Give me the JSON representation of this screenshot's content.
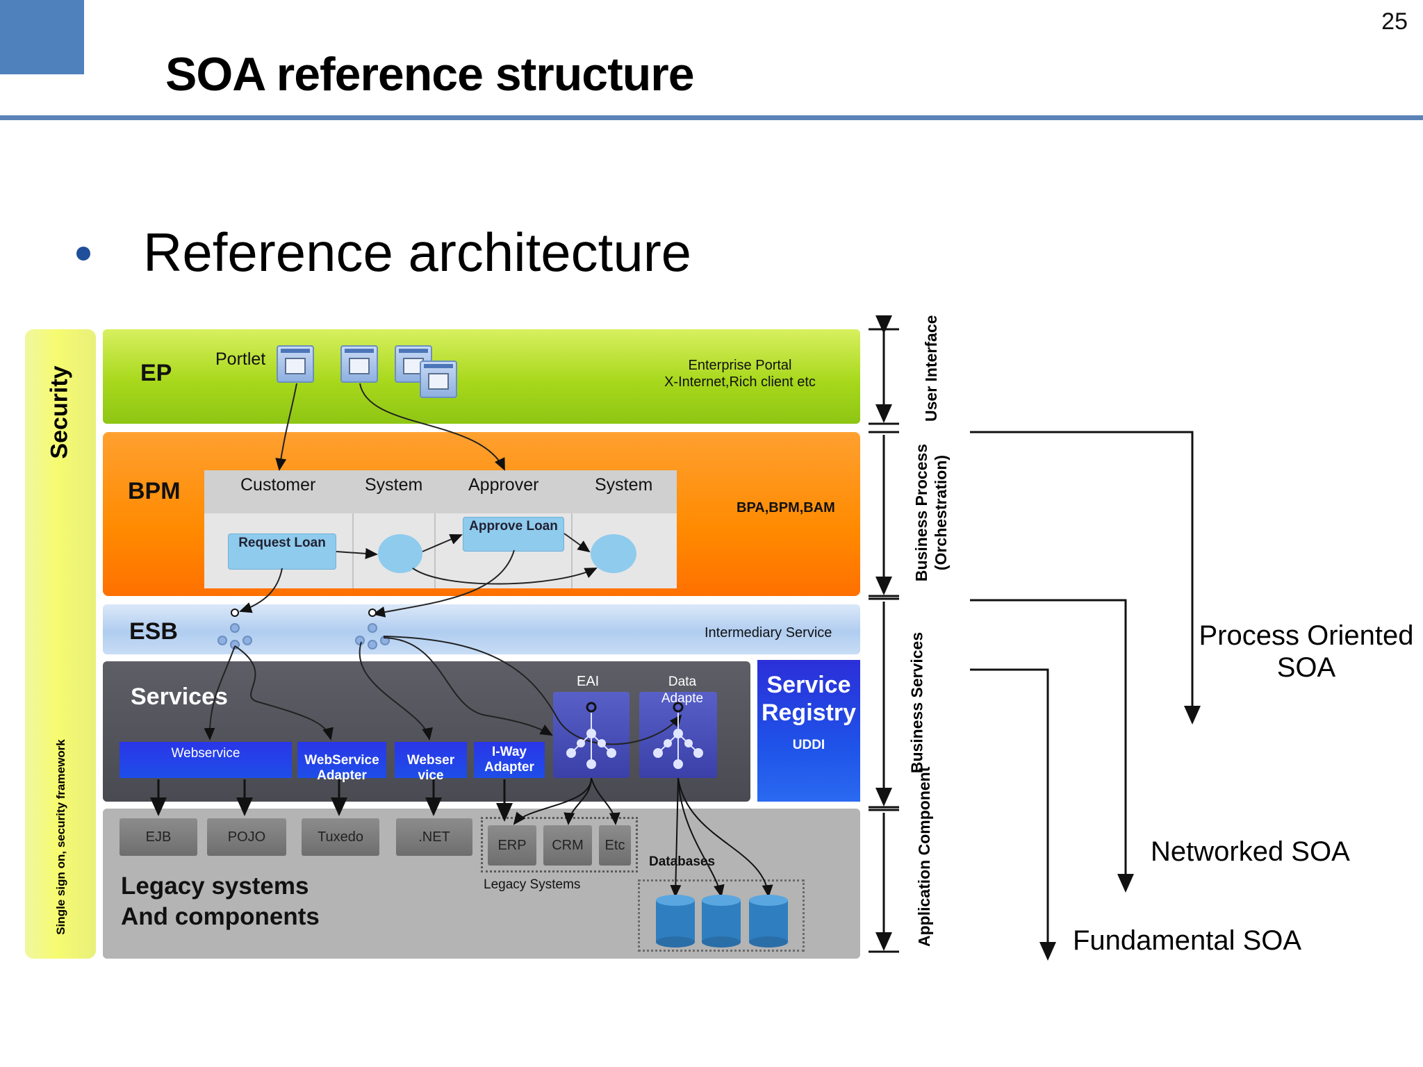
{
  "page": {
    "number": "25",
    "title": "SOA reference structure"
  },
  "bullet": {
    "text": "Reference architecture"
  },
  "security": {
    "title": "Security",
    "subtitle": "Single sign on, security framework"
  },
  "ep": {
    "label": "EP",
    "portlet": "Portlet",
    "desc_line1": "Enterprise Portal",
    "desc_line2": "X-Internet,Rich client etc"
  },
  "bpm": {
    "label": "BPM",
    "lanes": [
      "Customer",
      "System",
      "Approver",
      "System"
    ],
    "request_loan": "Request Loan",
    "approve_loan": "Approve Loan",
    "desc": "BPA,BPM,BAM"
  },
  "esb": {
    "label": "ESB",
    "desc": "Intermediary Service"
  },
  "services": {
    "label": "Services",
    "webservice": "Webservice",
    "webservice_adapter": "WebService Adapter",
    "webservice_short": "Webser vice",
    "iway_adapter": "I-Way Adapter",
    "eai": "EAI",
    "data_adapter": "Data Adapte"
  },
  "registry": {
    "line1": "Service",
    "line2": "Registry",
    "uddi": "UDDI"
  },
  "legacy": {
    "items": [
      "EJB",
      "POJO",
      "Tuxedo",
      ".NET"
    ],
    "group_items": [
      "ERP",
      "CRM",
      "Etc"
    ],
    "group_label": "Legacy Systems",
    "databases": "Databases",
    "line1": "Legacy systems",
    "line2": "And components"
  },
  "layers": {
    "ui": "User Interface",
    "bp_line1": "Business Process",
    "bp_line2": "(Orchestration)",
    "bs": "Business Services",
    "ac": "Application Component"
  },
  "soa_levels": {
    "process_oriented_line1": "Process Oriented",
    "process_oriented_line2": "SOA",
    "networked": "Networked SOA",
    "fundamental": "Fundamental SOA"
  },
  "colors": {
    "header_accent": "#4f81bd",
    "ep": "#a8d81c",
    "bpm": "#ff8a00",
    "esb": "#b0cdf0",
    "services": "#4a4a52",
    "registry": "#1f52e8",
    "legacy": "#b4b4b4",
    "database": "#2f7fc0"
  }
}
